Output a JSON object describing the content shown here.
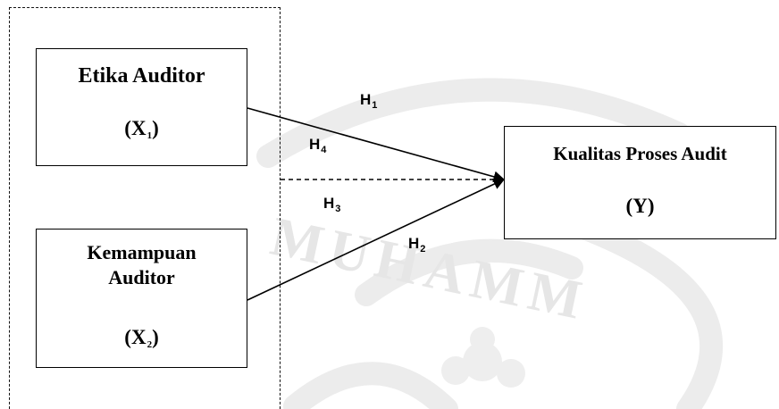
{
  "diagram": {
    "variables": {
      "x1": {
        "name": "Etika Auditor",
        "symbol": "X",
        "index": "1"
      },
      "x2": {
        "name_line1": "Kemampuan",
        "name_line2": "Auditor",
        "symbol": "X",
        "index": "2"
      },
      "y": {
        "name": "Kualitas Proses Audit",
        "symbol": "Y"
      }
    },
    "hypotheses": {
      "h1": {
        "symbol": "H",
        "index": "1"
      },
      "h2": {
        "symbol": "H",
        "index": "2"
      },
      "h3": {
        "symbol": "H",
        "index": "3"
      },
      "h4": {
        "symbol": "H",
        "index": "4"
      }
    },
    "watermark_text": "MUHAMM"
  }
}
